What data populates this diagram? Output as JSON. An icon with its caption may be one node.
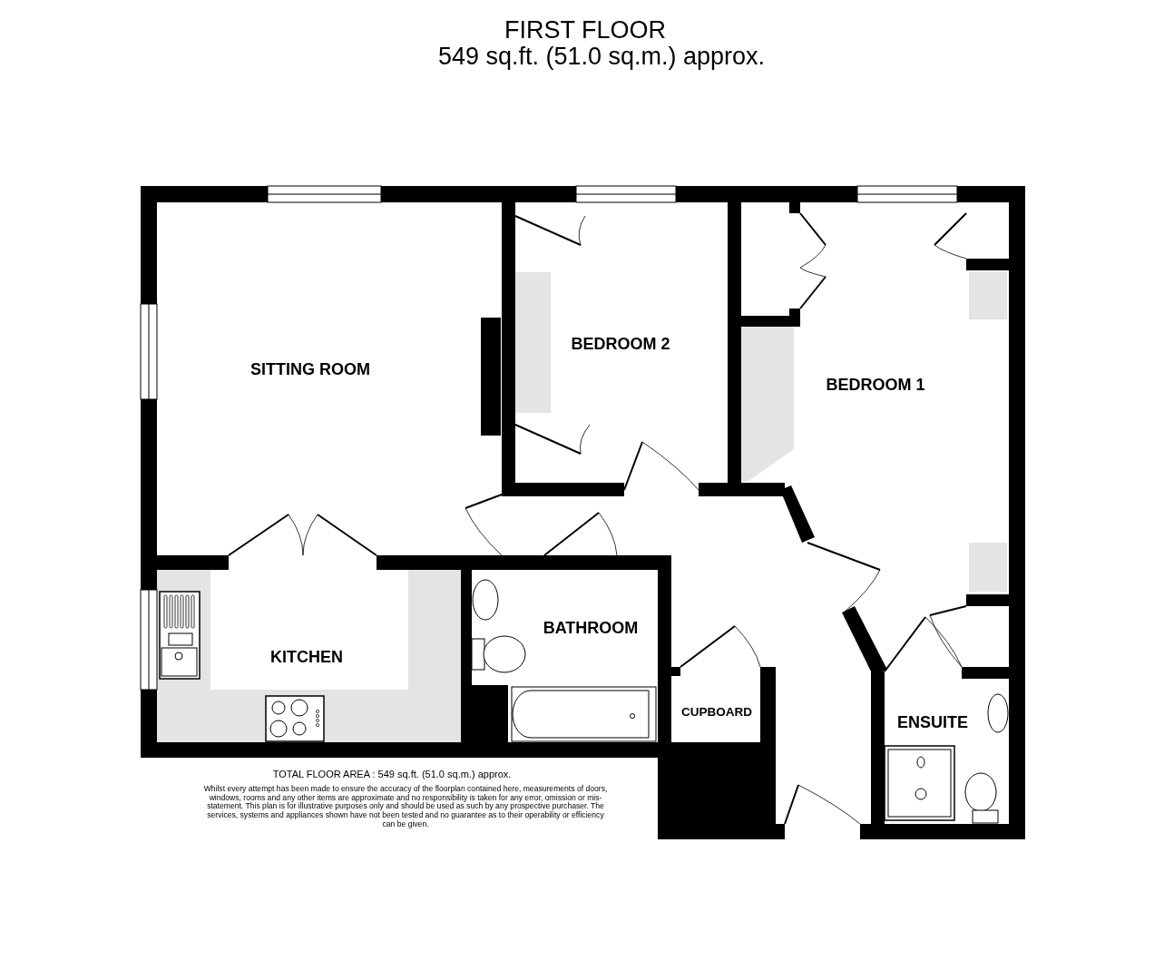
{
  "diagram": {
    "title": "FIRST FLOOR",
    "labels": [
      "549 sq.ft. (51.0 sq.m.) approx.",
      "SITTING ROOM",
      "BEDROOM 2",
      "BEDROOM 1",
      "BATHROOM",
      "KITCHEN",
      "CUPBOARD",
      "ENSUITE",
      "TOTAL FLOOR AREA : 549 sq.ft. (51.0 sq.m.) approx.",
      "Whilst every attempt has been made to ensure the accuracy of the floorplan contained here, measurements of doors, windows, rooms and any other items are approximate and no responsibility is taken for any error, omission or mis-statement. This plan is for illustrative purposes only and should be used as such by any prospective purchaser. The services, systems and appliances shown have not been tested and no guarantee as to their operability or efficiency can be given."
    ]
  }
}
